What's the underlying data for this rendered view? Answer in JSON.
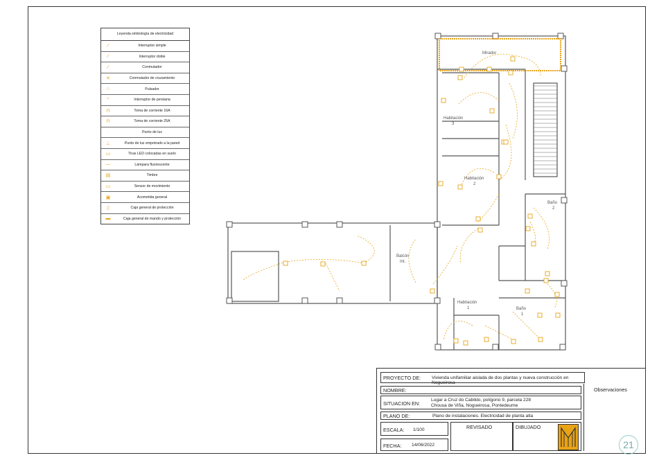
{
  "legend": {
    "title": "Leyenda simbología de electricidad",
    "items": [
      {
        "label": "Interruptor simple",
        "icon": "switch-single-icon"
      },
      {
        "label": "Interruptor doble",
        "icon": "switch-double-icon"
      },
      {
        "label": "Conmutador",
        "icon": "commutator-icon"
      },
      {
        "label": "Conmutador de cruzamiento",
        "icon": "cross-commutator-icon"
      },
      {
        "label": "Pulsador",
        "icon": "push-button-icon"
      },
      {
        "label": "Interruptor de persiana",
        "icon": "blind-switch-icon"
      },
      {
        "label": "Toma de corriente 16A",
        "icon": "socket-16a-icon"
      },
      {
        "label": "Toma de corriente 25A",
        "icon": "socket-25a-icon"
      },
      {
        "label": "Punto de luz",
        "icon": "light-point-icon"
      },
      {
        "label": "Punto de luz empotrado a la pared",
        "icon": "wall-light-icon"
      },
      {
        "label": "Tiras LED colocadas en suelo",
        "icon": "led-strip-icon"
      },
      {
        "label": "Lámpara fluorescente",
        "icon": "fluorescent-icon"
      },
      {
        "label": "Timbre",
        "icon": "bell-icon"
      },
      {
        "label": "Sensor de movimiento",
        "icon": "motion-sensor-icon"
      },
      {
        "label": "Acometida general",
        "icon": "service-entrance-icon"
      },
      {
        "label": "Caja general de protección",
        "icon": "protection-box-icon"
      },
      {
        "label": "Caja general de mando y protección",
        "icon": "control-box-icon"
      }
    ]
  },
  "rooms": {
    "mirador": "Mirador",
    "hab3": "Habitación",
    "hab3_num": "3",
    "hab2": "Habitación",
    "hab2_num": "2",
    "bano2": "Baño",
    "bano2_num": "2",
    "balcon": "Balcón",
    "balcon_sub": "Int.",
    "hab1": "Habitación",
    "hab1_num": "1",
    "bano1": "Baño",
    "bano1_num": "1"
  },
  "title_block": {
    "proyecto_label": "PROYECTO DE:",
    "proyecto_value": "Vivienda unifamiliar aislada de dos plantas y nueva construcción en Nogueirosa",
    "nombre_label": "NOMBRE:",
    "situacion_label": "SITUACION EN:",
    "situacion_line1": "Lugar a Cruz do Cabildo, polígono 9, parcela 228",
    "situacion_line2": "Chousa de Viña, Nogueirosa, Pontedeume",
    "plano_label": "PLANO DE:",
    "plano_value": "Plano de instalaciones. Electricidad de planta alta",
    "escala_label": "ESCALA:",
    "escala_value": "1/100",
    "fecha_label": "FECHA:",
    "fecha_value": "14/06/2022",
    "revisado_label": "REVISADO",
    "dibujado_label": "DIBUJADO",
    "observaciones_label": "Observaciones"
  },
  "page_number": "21",
  "colors": {
    "electric": "#e8a317",
    "wall": "#555555"
  }
}
